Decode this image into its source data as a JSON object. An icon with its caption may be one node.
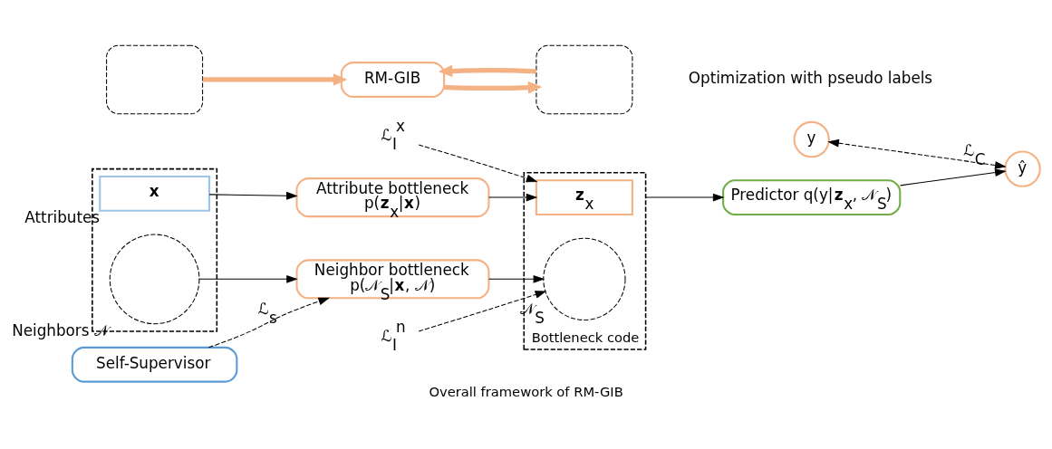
{
  "diagram": {
    "caption": "Overall framework of RM-GIB",
    "nodes": [
      {
        "text": [
          "y"
        ]
      },
      {
        "text": [
          "ŷ"
        ]
      },
      {
        "text": [
          "Predictor q(y|**z**$_{x}$, 𝒩$_{S}$)"
        ]
      },
      {
        "text": [],
        "shape": "box"
      },
      {
        "text": [
          "x"
        ],
        "in": 3,
        "beside": [
          "Attributes"
        ]
      },
      {
        "text": [],
        "shape": "circle",
        "in": 3,
        "beside": [
          "Neighbors 𝒩"
        ]
      },
      {
        "text": [
          "Attribute bottleneck",
          "p(**z**$_{x}$|**x**)"
        ]
      },
      {
        "text": [
          "Neighbor bottleneck",
          "p(𝒩$_{S}$|**x**, 𝒩)"
        ]
      },
      {
        "text": [
          "Self-Supervisor"
        ]
      },
      {
        "text": [
          "Bottleneck code"
        ]
      },
      {
        "text": [
          "**z**$_{x}$"
        ],
        "in": 9
      },
      {
        "text": [],
        "shape": "circle",
        "in": 9,
        "beside": [
          "𝒩$_{S}$"
        ]
      },
      {
        "text": [
          "ℒ$_{I}$$^{x}$"
        ]
      },
      {
        "text": [
          "ℒ$_{I}$$^{n}$"
        ]
      },
      {
        "text": [],
        "shape": "box"
      },
      {
        "text": [
          "RM-GIB"
        ]
      },
      {
        "text": [],
        "shape": "box"
      }
    ],
    "edges": [
      {
        "from": 0,
        "to": 1,
        "arrow": "both",
        "style": "dashed",
        "label": "ℒ$_{C}$"
      },
      {
        "from": 2,
        "to": 1,
        "arrow": "to"
      },
      {
        "from": 9,
        "to": 2,
        "arrow": "to"
      },
      {
        "from": 4,
        "to": 6,
        "arrow": "to"
      },
      {
        "from": 5,
        "to": 7,
        "arrow": "to"
      },
      {
        "from": 6,
        "to": 10,
        "arrow": "to"
      },
      {
        "from": 7,
        "to": 11,
        "arrow": "to"
      },
      {
        "from": 8,
        "to": 7,
        "arrow": "to",
        "style": "dashed",
        "label": "ℒ$_{s}$"
      },
      {
        "from": 12,
        "to": 10,
        "arrow": "to",
        "style": "dashed"
      },
      {
        "from": 13,
        "to": 11,
        "arrow": "to",
        "style": "dashed"
      },
      {
        "from": 14,
        "to": 15,
        "arrow": "to",
        "style": "thick",
        "color": "#f4b183"
      },
      {
        "from": 15,
        "to": 16,
        "arrow": "to",
        "style": "thick",
        "color": "#f4b183"
      },
      {
        "from": 16,
        "to": 15,
        "arrow": "to",
        "style": "thick",
        "color": "#f4b183"
      }
    ],
    "labels": [
      "Optimization with pseudo labels"
    ]
  }
}
